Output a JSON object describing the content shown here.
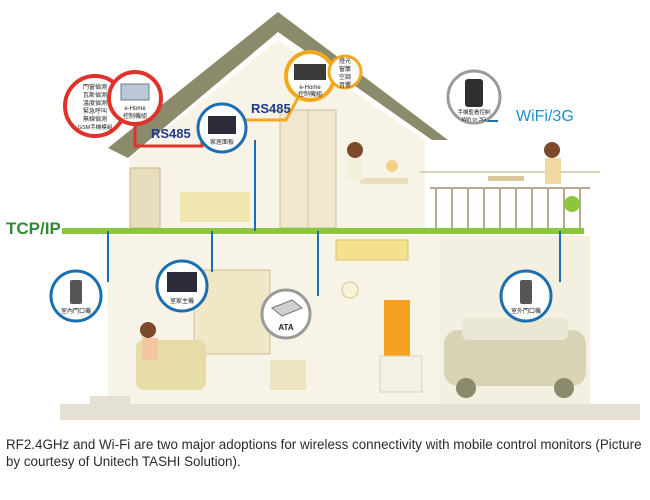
{
  "labels": {
    "tcp_ip": "TCP/IP",
    "wifi_3g": "WiFi/3G",
    "rs485_left": "RS485",
    "rs485_right": "RS485",
    "ata": "ATA",
    "ehome_box": "e-Home"
  },
  "devices": {
    "gateway_sensors": [
      "門窗偵測",
      "瓦斯偵測",
      "溫度偵測",
      "緊急呼叫",
      "無線偵測",
      "GSM手機模組"
    ],
    "control_host": [
      "e-Home",
      "控制機組"
    ],
    "home_panel_upstairs": "家居面板",
    "ehome_unit": [
      "e-Home",
      "控制機組"
    ],
    "ehome_side_notes": [
      "燈光",
      "窗簾",
      "空調",
      "音響"
    ],
    "phone_notes": [
      "手機監看控制",
      "Wifi or 3G"
    ],
    "door_unit_left": "室內門口機",
    "home_host_downstairs": "室家主機",
    "door_unit_right": "室外門口機"
  },
  "caption": "RF2.4GHz and Wi-Fi are two major adoptions for wireless connectivity with mobile control monitors (Picture by courtesy of Unitech TASHI Solution).",
  "colors": {
    "tcp_line": "#8cc63f",
    "rs485_red": "#e0312a",
    "rs485_orange": "#f4a81d",
    "link_blue": "#1b6fb0",
    "roof": "#8b8a6a",
    "wall": "#f6f2e4"
  }
}
